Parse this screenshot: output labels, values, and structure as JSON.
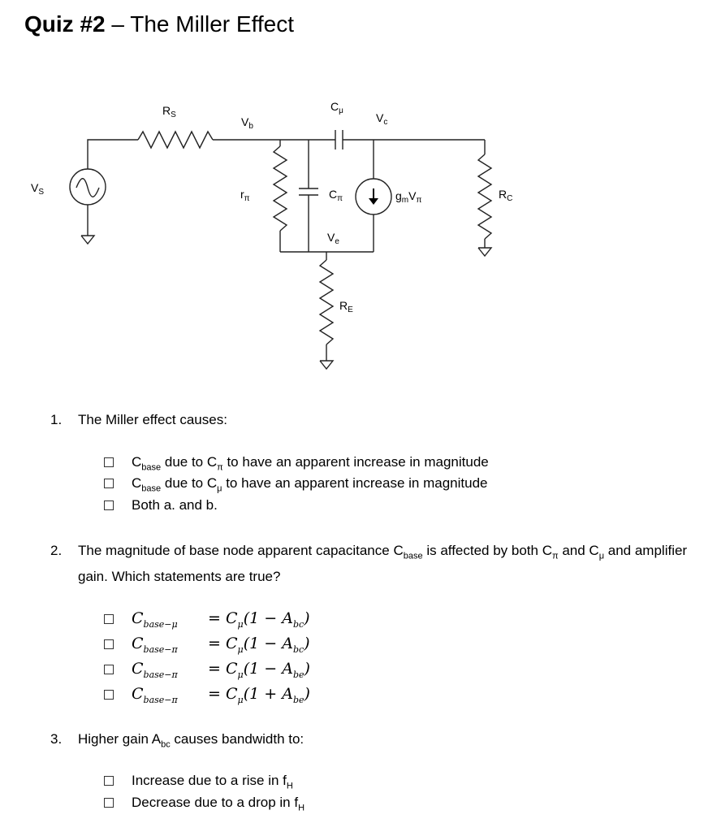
{
  "title": {
    "number": "Quiz #2",
    "rest": " – The Miller Effect"
  },
  "circuit": {
    "labels": {
      "rs": "R",
      "rs_sub": "S",
      "vb": "V",
      "vb_sub": "b",
      "cmu": "C",
      "cmu_sub": "μ",
      "vc": "V",
      "vc_sub": "c",
      "vs": "V",
      "vs_sub": "S",
      "rpi": "r",
      "rpi_sub": "π",
      "cpi": "C",
      "cpi_sub": "π",
      "gm": "g",
      "gm_sub": "m",
      "gm_v": "V",
      "gm_v_sub": "π",
      "rc": "R",
      "rc_sub": "C",
      "ve": "V",
      "ve_sub": "e",
      "re": "R",
      "re_sub": "E"
    }
  },
  "questions": [
    {
      "number": "1.",
      "text": "The Miller effect causes:",
      "options": [
        {
          "pre": "C",
          "sub": "base",
          "post": " due to C",
          "sub2": "π",
          "post2": " to have an apparent increase in magnitude"
        },
        {
          "pre": "C",
          "sub": "base",
          "post": " due to C",
          "sub2": "μ",
          "post2": " to have an apparent increase in magnitude"
        },
        {
          "pre": "Both a. and b.",
          "sub": "",
          "post": "",
          "sub2": "",
          "post2": ""
        }
      ]
    },
    {
      "number": "2.",
      "text_a": "The magnitude of base node apparent capacitance C",
      "text_sub1": "base",
      "text_b": " is affected by both C",
      "text_sub2": "π",
      "text_c": " and C",
      "text_sub3": "μ",
      "text_d": " and amplifier gain.  Which statements are true?",
      "equations": [
        {
          "lhs": "C",
          "lhs_sub": "base−μ",
          "rhs_c": "C",
          "rhs_c_sub": "μ",
          "rhs_open": "(1 − A",
          "rhs_a_sub": "bc",
          "rhs_close": ")"
        },
        {
          "lhs": "C",
          "lhs_sub": "base−π",
          "rhs_c": "C",
          "rhs_c_sub": "μ",
          "rhs_open": "(1 − A",
          "rhs_a_sub": "bc",
          "rhs_close": ")"
        },
        {
          "lhs": "C",
          "lhs_sub": "base−π",
          "rhs_c": "C",
          "rhs_c_sub": "μ",
          "rhs_open": "(1 − A",
          "rhs_a_sub": "be",
          "rhs_close": ")"
        },
        {
          "lhs": "C",
          "lhs_sub": "base−π",
          "rhs_c": "C",
          "rhs_c_sub": "μ",
          "rhs_open": "(1 + A",
          "rhs_a_sub": "be",
          "rhs_close": ")"
        }
      ]
    },
    {
      "number": "3.",
      "text_a": "Higher gain A",
      "text_sub": "bc",
      "text_b": " causes bandwidth to:",
      "options": [
        {
          "pre": "Increase due to a rise in f",
          "sub": "H"
        },
        {
          "pre": "Decrease due to a drop in f",
          "sub": "H"
        }
      ]
    }
  ]
}
